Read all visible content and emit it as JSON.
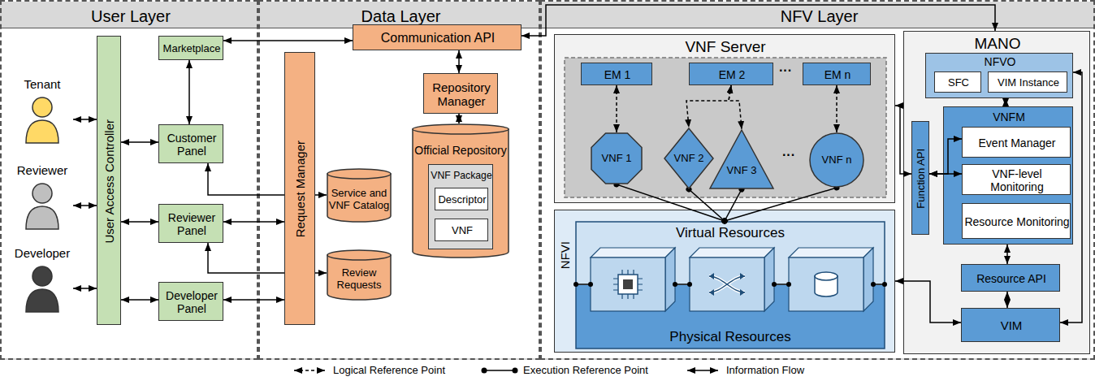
{
  "diagram": {
    "nodes": [
      {
        "text": [
          "User Layer"
        ]
      },
      {
        "text": [
          "Tenant"
        ],
        "in": 0
      },
      {
        "text": [
          "Reviewer"
        ],
        "in": 0
      },
      {
        "text": [
          "Developer"
        ],
        "in": 0
      },
      {
        "text": [
          "User Access Controller"
        ],
        "in": 0
      },
      {
        "text": [
          "Marketplace"
        ],
        "in": 0
      },
      {
        "text": [
          "Customer Panel"
        ],
        "in": 0
      },
      {
        "text": [
          "Reviewer Panel"
        ],
        "in": 0
      },
      {
        "text": [
          "Developer Panel"
        ],
        "in": 0
      },
      {
        "text": [
          "Data Layer"
        ]
      },
      {
        "text": [
          "Request Manager"
        ],
        "in": 9
      },
      {
        "text": [
          "Communication API"
        ],
        "in": 9
      },
      {
        "text": [
          "Repository Manager"
        ],
        "in": 9
      },
      {
        "text": [
          "Service and VNF Catalog"
        ],
        "in": 9
      },
      {
        "text": [
          "Review Requests"
        ],
        "in": 9
      },
      {
        "text": [
          "Official Repository"
        ],
        "in": 9
      },
      {
        "text": [
          "VNF Package"
        ],
        "in": 15
      },
      {
        "text": [
          "Descriptor"
        ],
        "in": 16
      },
      {
        "text": [
          "VNF"
        ],
        "in": 16
      },
      {
        "text": [
          "NFV Layer"
        ]
      },
      {
        "text": [
          "VNF Server"
        ],
        "in": 19
      },
      {
        "text": [
          "EM 1"
        ],
        "in": 20
      },
      {
        "text": [
          "EM 2"
        ],
        "in": 20
      },
      {
        "text": [
          "EM n"
        ],
        "in": 20
      },
      {
        "text": [
          "VNF 1"
        ],
        "in": 20
      },
      {
        "text": [
          "VNF 2"
        ],
        "in": 20
      },
      {
        "text": [
          "VNF 3"
        ],
        "in": 20
      },
      {
        "text": [
          "VNF n"
        ],
        "in": 20
      },
      {
        "text": [
          "NFVI",
          "Virtual Resources",
          "Physical Resources"
        ],
        "in": 19
      },
      {
        "text": [
          "MANO"
        ],
        "in": 19
      },
      {
        "text": [
          "NFVO"
        ],
        "in": 29
      },
      {
        "text": [
          "SFC"
        ],
        "in": 30
      },
      {
        "text": [
          "VIM Instance"
        ],
        "in": 30
      },
      {
        "text": [
          "Function API"
        ],
        "in": 29
      },
      {
        "text": [
          "VNFM"
        ],
        "in": 29
      },
      {
        "text": [
          "Event Manager"
        ],
        "in": 34
      },
      {
        "text": [
          "VNF-level Monitoring"
        ],
        "in": 34
      },
      {
        "text": [
          "Resource Monitoring"
        ],
        "in": 34
      },
      {
        "text": [
          "Resource API"
        ],
        "in": 29
      },
      {
        "text": [
          "VIM"
        ],
        "in": 29
      }
    ],
    "edges": [
      {
        "from": 1,
        "to": 4,
        "arrow": "both"
      },
      {
        "from": 2,
        "to": 4,
        "arrow": "both"
      },
      {
        "from": 3,
        "to": 4,
        "arrow": "both"
      },
      {
        "from": 4,
        "to": 6,
        "arrow": "both"
      },
      {
        "from": 4,
        "to": 7,
        "arrow": "both"
      },
      {
        "from": 4,
        "to": 8,
        "arrow": "both"
      },
      {
        "from": 5,
        "to": 6,
        "arrow": "both"
      },
      {
        "from": 5,
        "to": 11,
        "arrow": "both"
      },
      {
        "from": 6,
        "to": 13,
        "arrow": "both"
      },
      {
        "from": 7,
        "to": 14,
        "arrow": "both"
      },
      {
        "from": 7,
        "to": 10,
        "arrow": "both"
      },
      {
        "from": 8,
        "to": 10,
        "arrow": "both"
      },
      {
        "from": 11,
        "to": 12,
        "arrow": "both"
      },
      {
        "from": 12,
        "to": 15,
        "arrow": "both"
      },
      {
        "from": 11,
        "to": 29,
        "arrow": "both"
      },
      {
        "from": 20,
        "to": 33,
        "arrow": "both"
      },
      {
        "from": 33,
        "to": 35,
        "arrow": "both"
      },
      {
        "from": 33,
        "to": 36,
        "arrow": "both"
      },
      {
        "from": 30,
        "to": 34,
        "arrow": "both"
      },
      {
        "from": 34,
        "to": 38,
        "arrow": "both"
      },
      {
        "from": 38,
        "to": 39,
        "arrow": "both"
      },
      {
        "from": 28,
        "to": 39,
        "arrow": "both"
      },
      {
        "from": 39,
        "to": 30,
        "arrow": "both"
      },
      {
        "from": 21,
        "to": 24,
        "arrow": "both"
      },
      {
        "from": 22,
        "to": 25,
        "arrow": "both"
      },
      {
        "from": 22,
        "to": 26,
        "arrow": "both"
      },
      {
        "from": 23,
        "to": 27,
        "arrow": "both"
      },
      {
        "from": 24,
        "to": 28,
        "arrow": "none"
      },
      {
        "from": 25,
        "to": 28,
        "arrow": "none"
      },
      {
        "from": 26,
        "to": 28,
        "arrow": "none"
      },
      {
        "from": 27,
        "to": 28,
        "arrow": "none"
      }
    ],
    "labels": [
      "···",
      "···"
    ],
    "legend": [
      {
        "text": "Logical Reference Point"
      },
      {
        "text": "Execution Reference Point"
      },
      {
        "text": "Information Flow"
      }
    ]
  }
}
